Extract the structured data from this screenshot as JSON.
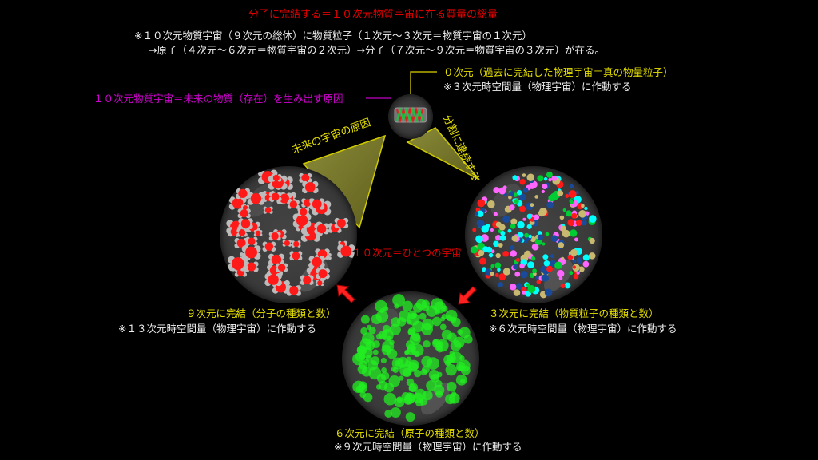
{
  "title": "分子に完結する＝１０次元物質宇宙に在る質量の総量",
  "intro": {
    "line1": "※１０次元物質宇宙（９次元の総体）に物質粒子（１次元～３次元＝物質宇宙の１次元）",
    "line2": "→原子（４次元～６次元＝物質宇宙の２次元）→分子（７次元～９次元＝物質宇宙の３次元）が在る。"
  },
  "zero_dim": {
    "label": "０次元（過去に完結した物理宇宙＝真の物量粒子）",
    "note": "※３次元時空間量（物理宇宙）に作動する"
  },
  "cause_label": "１０次元物質宇宙＝未来の物質（存在）を生み出す原因",
  "beam_left_label": "未来の宇宙の原因",
  "beam_right_label": "分割に連続する",
  "center_label": "１０次元＝ひとつの宇宙",
  "spheres": {
    "molecule": {
      "label": "９次元に完結（分子の種類と数）",
      "note": "※１３次元時空間量（物理宇宙）に作動する",
      "color": "#ff1a1a"
    },
    "particle": {
      "label": "３次元に完結（物質粒子の種類と数）",
      "note": "※６次元時空間量（物理宇宙）に作動する",
      "colors": [
        "#00ffff",
        "#ff66ff",
        "#00cc33",
        "#ff1a1a",
        "#1a4a9a",
        "#c8b870"
      ]
    },
    "atom": {
      "label": "６次元に完結（原子の種類と数）",
      "note": "※９次元時空間量（物理宇宙）に作動する",
      "color": "#22ee22"
    }
  },
  "colors": {
    "title": "#e00000",
    "yellow_text": "#e6e000",
    "magenta_text": "#d000d0",
    "beam": "#8a8a30",
    "arrow": "#ff2020"
  }
}
